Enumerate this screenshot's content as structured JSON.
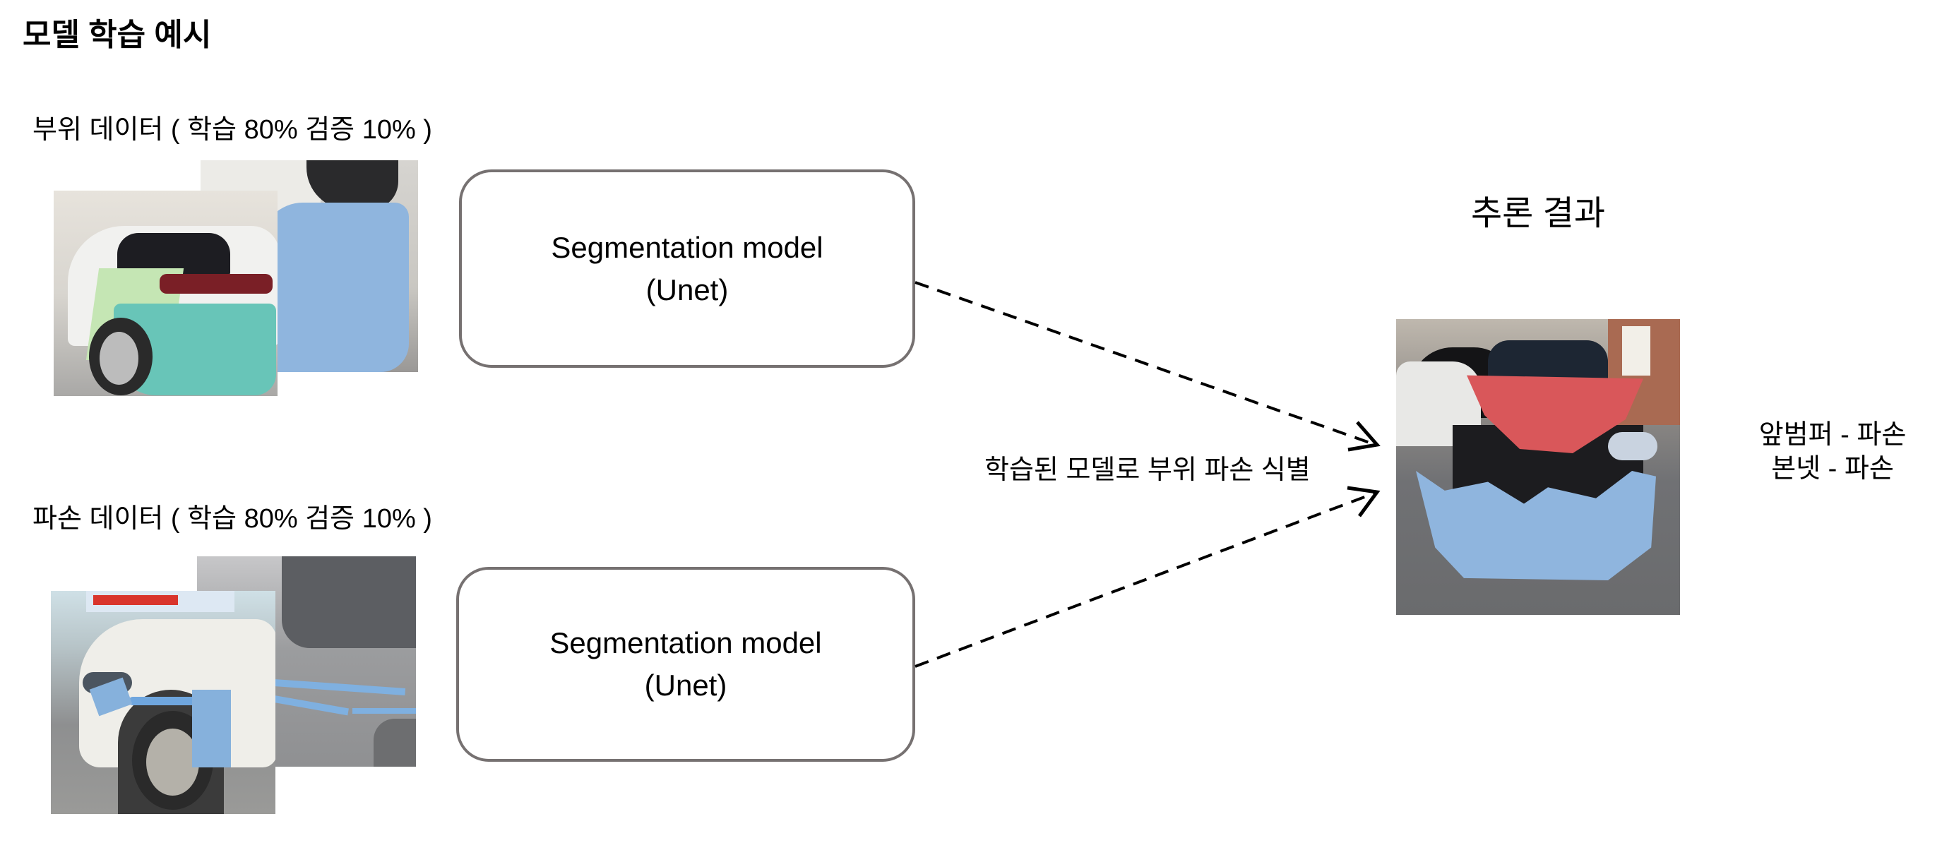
{
  "title": "모델 학습 예시",
  "training_groups": [
    {
      "label": "부위 데이터 ( 학습 80% 검증 10% )",
      "images": [
        {
          "description": "rear quarter close-up with blue part mask"
        },
        {
          "description": "white sedan rear with green and teal part masks"
        }
      ],
      "model_box": {
        "line1": "Segmentation model",
        "line2": "(Unet)"
      }
    },
    {
      "label": "파손 데이터 ( 학습 80% 검증 10% )",
      "images": [
        {
          "description": "grey van side with blue damage mask"
        },
        {
          "description": "white SUV front with blue damage mask"
        }
      ],
      "model_box": {
        "line1": "Segmentation model",
        "line2": "(Unet)"
      }
    }
  ],
  "flow_label": "학습된 모델로 부위 파손 식별",
  "result": {
    "title": "추론 결과",
    "image": {
      "description": "damaged car front with red hood mask and blue bumper mask"
    },
    "findings": [
      "앞범퍼 - 파손",
      "본넷 - 파손"
    ]
  },
  "colors": {
    "box_border": "#767171",
    "mask_blue": "#8fb5de",
    "mask_red": "#d9575a",
    "mask_teal": "#68c5b8",
    "mask_green": "#c5e6b4"
  }
}
